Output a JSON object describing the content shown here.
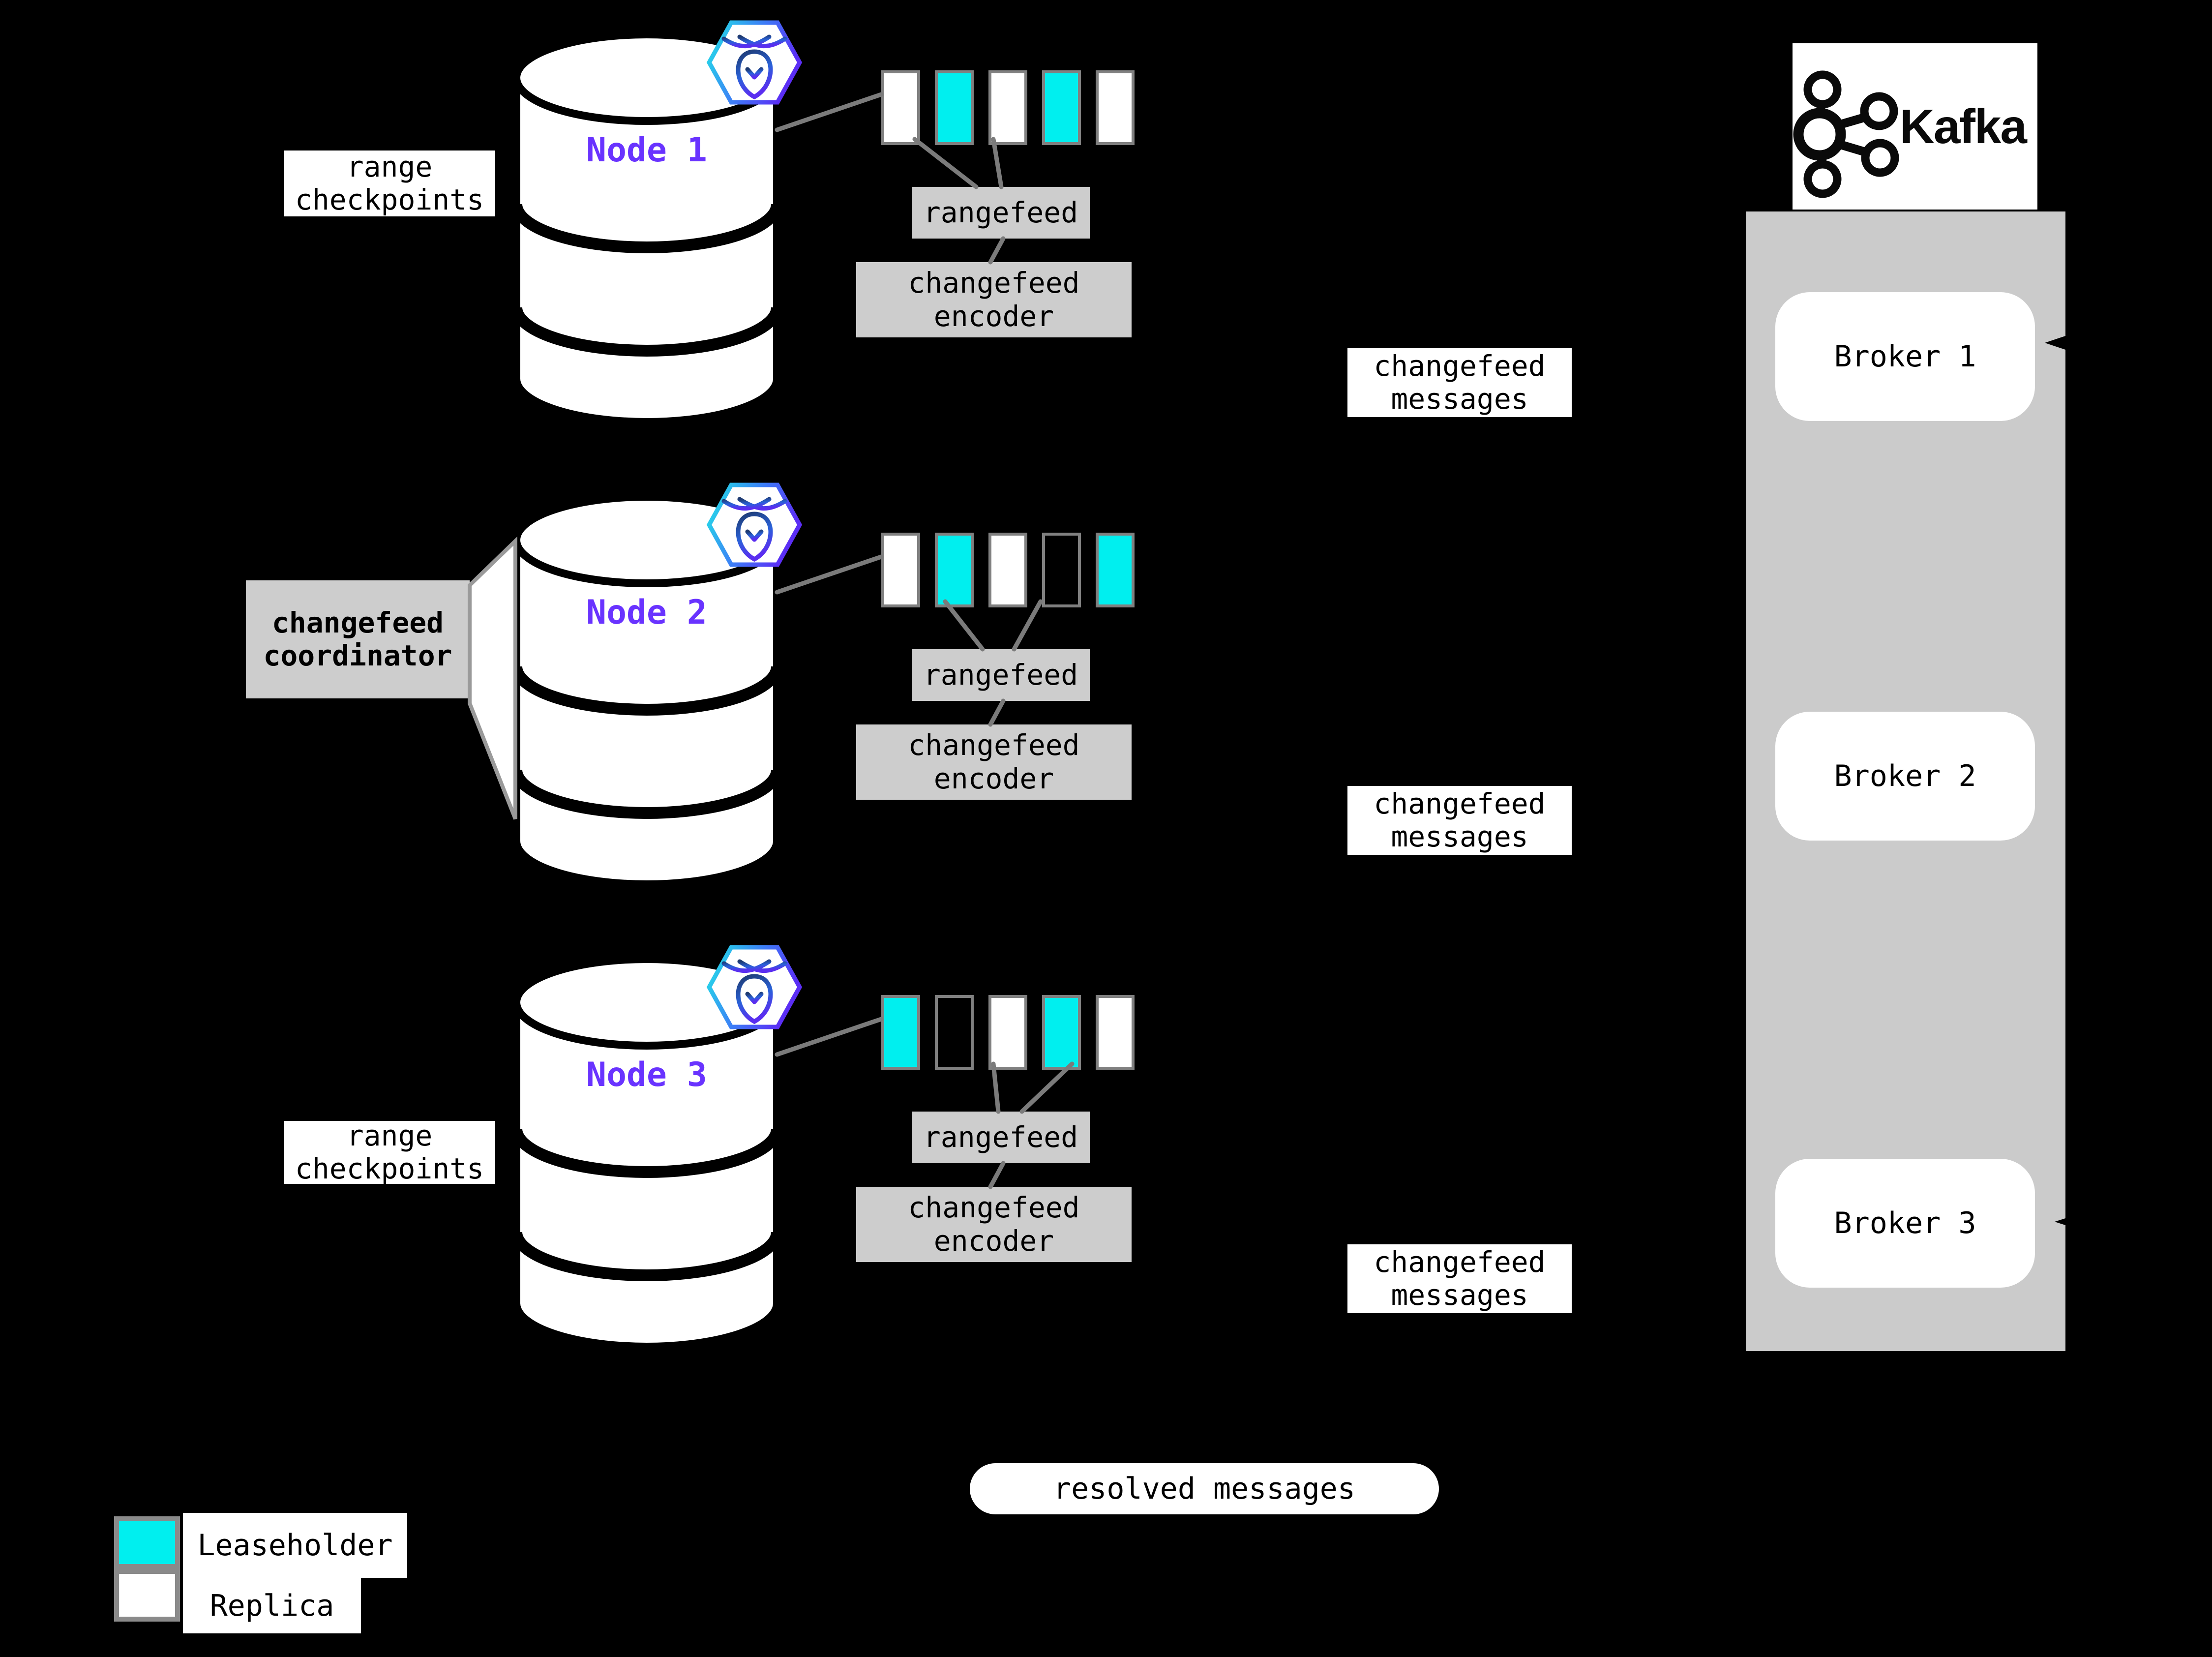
{
  "colors": {
    "background": "#000000",
    "leaseholder_fill": "#00efef",
    "replica_fill": "#ffffff",
    "node_label_purple": "#6933ff",
    "box_gray": "#cdcdcd",
    "kafka_container_gray": "#cbcbcb",
    "connector_gray": "#7b7b7b"
  },
  "nodes": [
    {
      "label": "Node 1",
      "ranges": [
        "replica",
        "leaseholder",
        "replica",
        "leaseholder",
        "replica"
      ],
      "rangefeed_label": "rangefeed",
      "encoder": {
        "line1": "changefeed",
        "line2": "encoder"
      }
    },
    {
      "label": "Node 2",
      "ranges": [
        "replica",
        "leaseholder",
        "replica",
        "empty",
        "leaseholder"
      ],
      "rangefeed_label": "rangefeed",
      "encoder": {
        "line1": "changefeed",
        "line2": "encoder"
      }
    },
    {
      "label": "Node 3",
      "ranges": [
        "leaseholder",
        "empty",
        "replica",
        "leaseholder",
        "replica"
      ],
      "rangefeed_label": "rangefeed",
      "encoder": {
        "line1": "changefeed",
        "line2": "encoder"
      }
    }
  ],
  "labels": {
    "range_checkpoints_top": {
      "line1": "range",
      "line2": "checkpoints"
    },
    "range_checkpoints_bottom": {
      "line1": "range",
      "line2": "checkpoints"
    },
    "coordinator": {
      "line1": "changefeed",
      "line2": "coordinator"
    }
  },
  "messages": [
    {
      "line1": "changefeed",
      "line2": "messages"
    },
    {
      "line1": "changefeed",
      "line2": "messages"
    },
    {
      "line1": "changefeed",
      "line2": "messages"
    }
  ],
  "kafka": {
    "logo_text": "Kafka",
    "brokers": [
      "Broker 1",
      "Broker 2",
      "Broker 3"
    ]
  },
  "resolved_pill": "resolved messages",
  "legend": [
    {
      "kind": "leaseholder",
      "label": "Leaseholder"
    },
    {
      "kind": "replica",
      "label": "Replica"
    }
  ]
}
